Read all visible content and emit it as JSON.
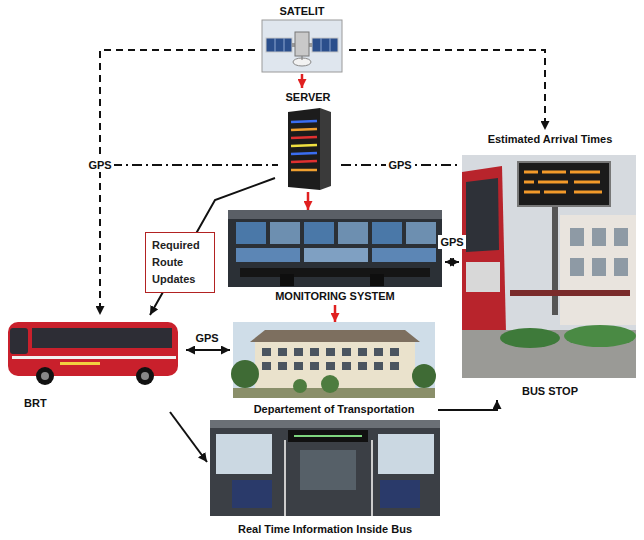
{
  "diagram": {
    "nodes": [
      {
        "text": [
          "SATELIT"
        ]
      },
      {
        "text": [
          "SERVER"
        ]
      },
      {
        "text": [
          "MONITORING SYSTEM"
        ]
      },
      {
        "text": [
          "Departement of Transportation"
        ]
      },
      {
        "text": [
          "BRT"
        ]
      },
      {
        "text": [
          "Estimated Arrival Times",
          "BUS STOP"
        ]
      },
      {
        "text": [
          "Real Time Information Inside Bus"
        ]
      }
    ],
    "edges": [
      {
        "from": 0,
        "to": 1,
        "arrow": "to"
      },
      {
        "from": 1,
        "to": 2,
        "arrow": "to"
      },
      {
        "from": 2,
        "to": 3,
        "arrow": "to"
      },
      {
        "from": 0,
        "to": 4,
        "label": "GPS",
        "arrow": "to"
      },
      {
        "from": 0,
        "to": 5,
        "arrow": "to"
      },
      {
        "from": 1,
        "to": 5,
        "label": "GPS",
        "arrow": "none"
      },
      {
        "from": 1,
        "to": 4,
        "label": "Required Route Updates",
        "arrow": "to"
      },
      {
        "from": 2,
        "to": 5,
        "label": "GPS",
        "arrow": "both"
      },
      {
        "from": 4,
        "to": 3,
        "label": "GPS",
        "arrow": "both"
      },
      {
        "from": 3,
        "to": 5,
        "arrow": "to"
      },
      {
        "from": 4,
        "to": 6,
        "arrow": "to"
      }
    ]
  }
}
